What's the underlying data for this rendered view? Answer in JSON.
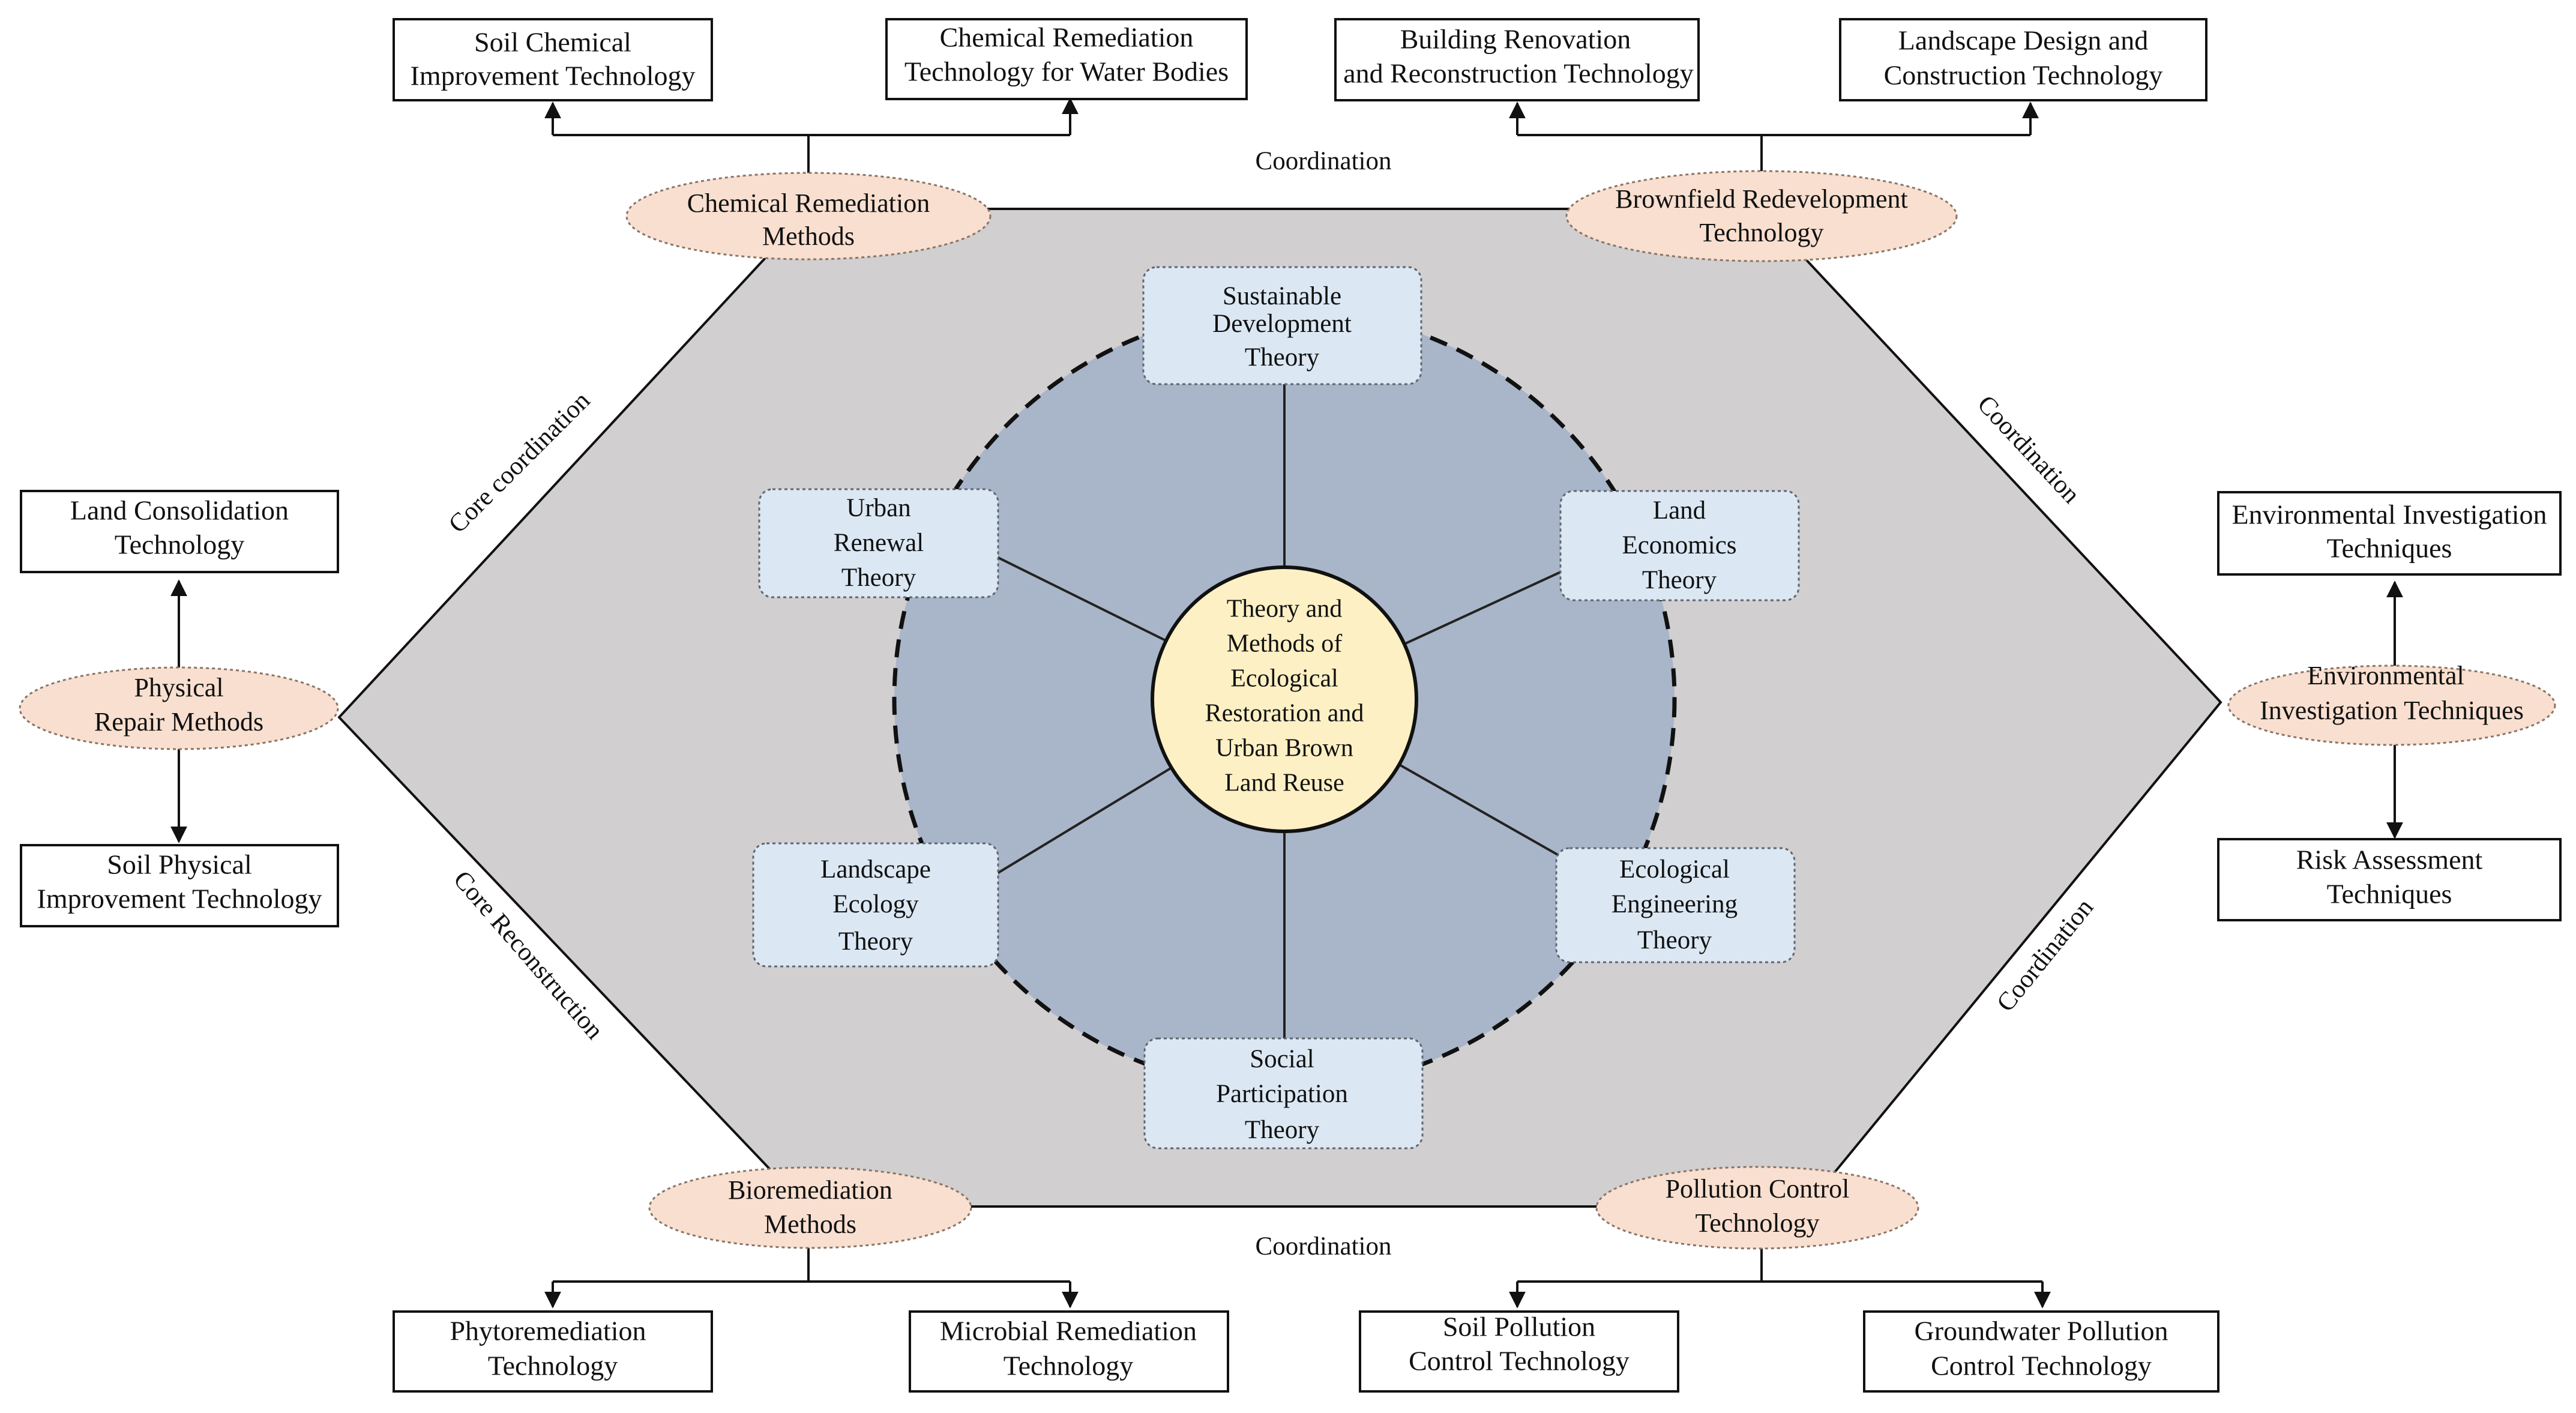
{
  "center": {
    "lines": [
      "Theory and",
      "Methods of",
      "Ecological",
      "Restoration and",
      "Urban Brown",
      "Land Reuse"
    ]
  },
  "theories": {
    "sustainable": [
      "Sustainable",
      "Development",
      "Theory"
    ],
    "urban_renewal": [
      "Urban",
      "Renewal",
      "Theory"
    ],
    "land_economics": [
      "Land",
      "Economics",
      "Theory"
    ],
    "landscape_ecology": [
      "Landscape",
      "Ecology",
      "Theory"
    ],
    "ecological_engineering": [
      "Ecological",
      "Engineering",
      "Theory"
    ],
    "social_participation": [
      "Social",
      "Participation",
      "Theory"
    ]
  },
  "methods": {
    "chemical": [
      "Chemical Remediation",
      "Methods"
    ],
    "brownfield": [
      "Brownfield Redevelopment",
      "Technology"
    ],
    "physical": [
      "Physical",
      "Repair Methods"
    ],
    "environmental": [
      "Environmental",
      "Investigation Techniques"
    ],
    "bioremediation": [
      "Bioremediation",
      "Methods"
    ],
    "pollution": [
      "Pollution Control",
      "Technology"
    ]
  },
  "technologies": {
    "soil_chemical": [
      "Soil Chemical",
      "Improvement Technology"
    ],
    "chemical_water": [
      "Chemical Remediation",
      "Technology for Water Bodies"
    ],
    "building_renovation": [
      "Building Renovation",
      "and Reconstruction Technology"
    ],
    "landscape_design": [
      "Landscape Design and",
      "Construction Technology"
    ],
    "land_consolidation": [
      "Land Consolidation",
      "Technology"
    ],
    "soil_physical": [
      "Soil Physical",
      "Improvement Technology"
    ],
    "env_investigation": [
      "Environmental Investigation",
      "Techniques"
    ],
    "risk_assessment": [
      "Risk Assessment",
      "Techniques"
    ],
    "phytoremediation": [
      "Phytoremediation",
      "Technology"
    ],
    "microbial": [
      "Microbial Remediation",
      "Technology"
    ],
    "soil_pollution": [
      "Soil Pollution",
      "Control Technology"
    ],
    "groundwater": [
      "Groundwater Pollution",
      "Control Technology"
    ]
  },
  "edge_labels": {
    "top": "Coordination",
    "bottom": "Coordination",
    "upper_left": "Core coordination",
    "lower_left": "Core Reconstruction",
    "upper_right": "Coordination",
    "lower_right": "Coordination"
  },
  "colors": {
    "hexagon_fill": "#d1cfd0",
    "inner_circle_fill": "#a9b5c8",
    "center_fill": "#fdf0c4",
    "theory_fill": "#dbe8f4",
    "method_fill": "#f8dfcf"
  }
}
